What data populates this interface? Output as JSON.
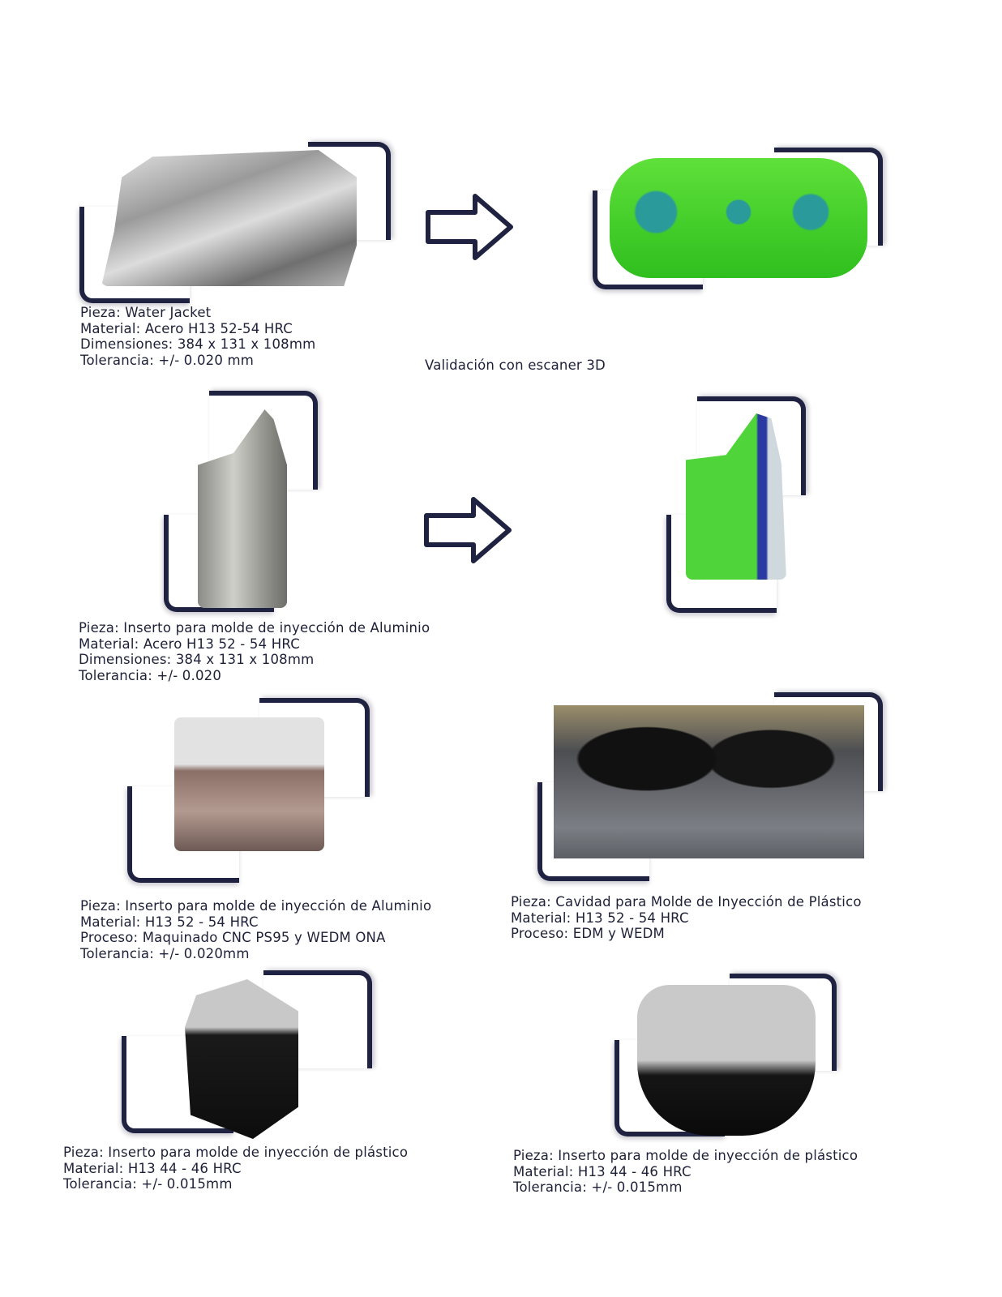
{
  "validation_caption": "Validación con escaner 3D",
  "pieces": [
    {
      "lines": [
        "Pieza: Water Jacket",
        "Material: Acero H13 52-54 HRC",
        "Dimensiones: 384 x 131 x 108mm",
        "Tolerancia: +/- 0.020 mm"
      ]
    },
    {
      "lines": [
        "Pieza: Inserto para molde de inyección de Aluminio",
        "Material: Acero H13 52 - 54 HRC",
        "Dimensiones: 384 x 131 x 108mm",
        "Tolerancia: +/- 0.020"
      ]
    },
    {
      "lines": [
        "Pieza: Inserto para molde de inyección de Aluminio",
        "Material: H13 52 - 54 HRC",
        "Proceso: Maquinado CNC PS95 y WEDM ONA",
        "Tolerancia: +/- 0.020mm"
      ]
    },
    {
      "lines": [
        "Pieza: Cavidad para Molde de Inyección de Plástico",
        "Material: H13 52 - 54 HRC",
        "Proceso: EDM y WEDM"
      ]
    },
    {
      "lines": [
        "Pieza: Inserto para molde de inyección de plástico",
        "Material: H13 44 - 46 HRC",
        "Tolerancia: +/- 0.015mm"
      ]
    },
    {
      "lines": [
        "Pieza: Inserto para molde de inyección de plástico",
        "Material: H13 44 - 46 HRC",
        "Tolerancia: +/- 0.015mm"
      ]
    }
  ],
  "colors": {
    "bracket": "#1f2240",
    "scan_green": "#3fd22a"
  }
}
